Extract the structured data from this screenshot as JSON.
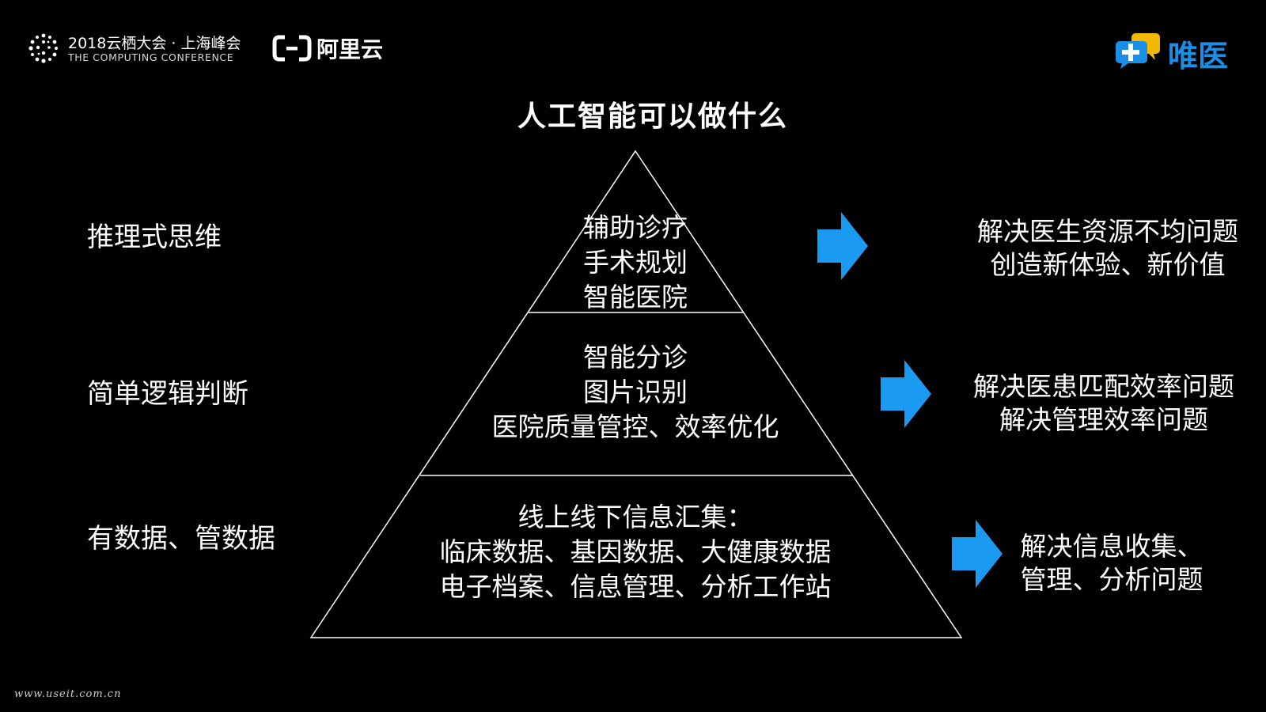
{
  "header": {
    "conference_title": "2018云栖大会 · 上海峰会",
    "conference_subtitle": "THE COMPUTING CONFERENCE",
    "aliyun_label": "阿里云",
    "weiyi_label": "唯医"
  },
  "slide_title": "人工智能可以做什么",
  "left_labels": [
    "推理式思维",
    "简单逻辑判断",
    "有数据、管数据"
  ],
  "tiers": [
    {
      "lines": [
        "辅助诊疗",
        "手术规划",
        "智能医院"
      ]
    },
    {
      "lines": [
        "智能分诊",
        "图片识别",
        "医院质量管控、效率优化"
      ]
    },
    {
      "lines": [
        "线上线下信息汇集：",
        "临床数据、基因数据、大健康数据",
        "电子档案、信息管理、分析工作站"
      ]
    }
  ],
  "outcomes": [
    {
      "lines": [
        "解决医生资源不均问题",
        "创造新体验、新价值"
      ]
    },
    {
      "lines": [
        "解决医患匹配效率问题",
        "解决管理效率问题"
      ]
    },
    {
      "lines": [
        "解决信息收集、",
        "管理、分析问题"
      ]
    }
  ],
  "arrows": [
    {
      "icon": "arrow-right-icon"
    },
    {
      "icon": "arrow-right-icon"
    },
    {
      "icon": "arrow-right-icon"
    }
  ],
  "watermark": "www.useit.com.cn",
  "colors": {
    "background": "#000000",
    "text": "#ffffff",
    "arrow": "#1a9af0",
    "weiyi_blue": "#1a8fe8",
    "weiyi_yellow": "#f5b800"
  }
}
